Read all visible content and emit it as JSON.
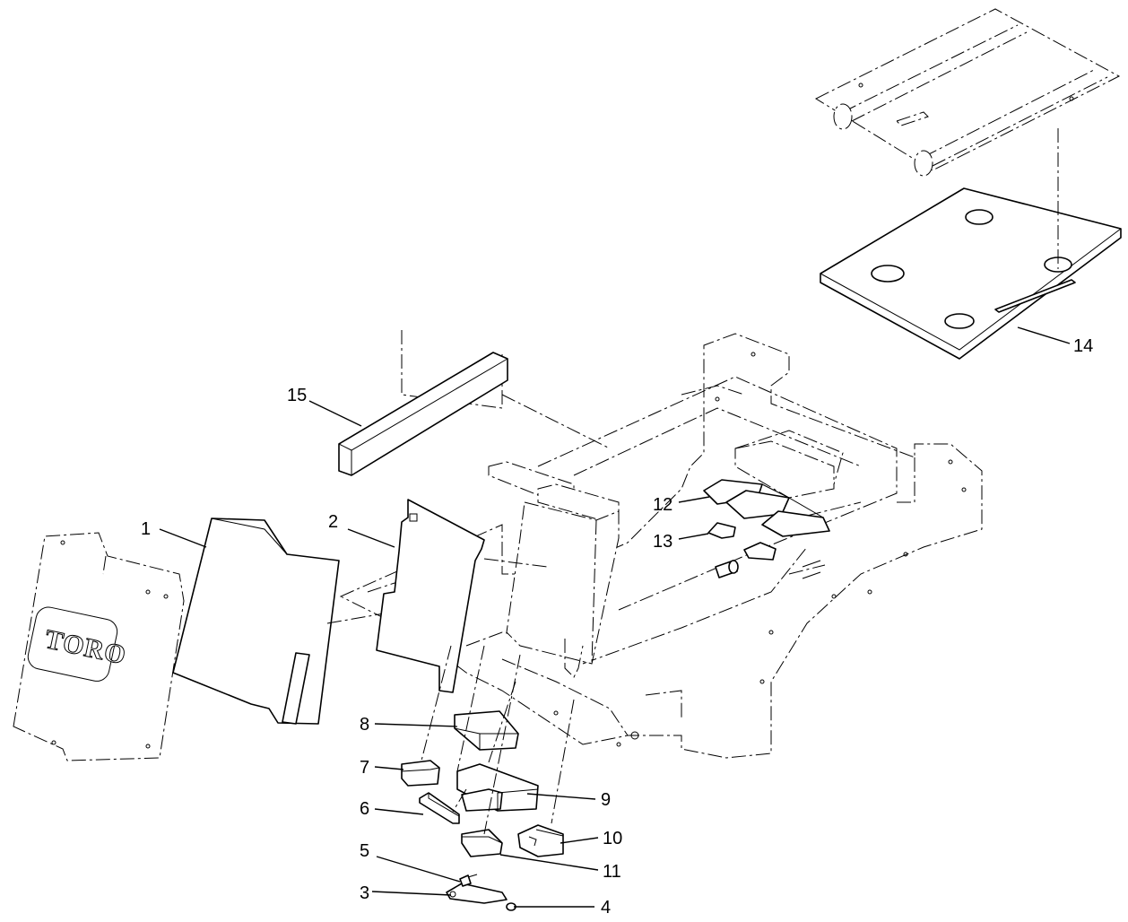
{
  "figure": {
    "brand_text": "TORO",
    "callouts": [
      {
        "id": "1",
        "label": "1"
      },
      {
        "id": "2",
        "label": "2"
      },
      {
        "id": "3",
        "label": "3"
      },
      {
        "id": "4",
        "label": "4"
      },
      {
        "id": "5",
        "label": "5"
      },
      {
        "id": "6",
        "label": "6"
      },
      {
        "id": "7",
        "label": "7"
      },
      {
        "id": "8",
        "label": "8"
      },
      {
        "id": "9",
        "label": "9"
      },
      {
        "id": "10",
        "label": "10"
      },
      {
        "id": "11",
        "label": "11"
      },
      {
        "id": "12",
        "label": "12"
      },
      {
        "id": "13",
        "label": "13"
      },
      {
        "id": "14",
        "label": "14"
      },
      {
        "id": "15",
        "label": "15"
      }
    ]
  }
}
